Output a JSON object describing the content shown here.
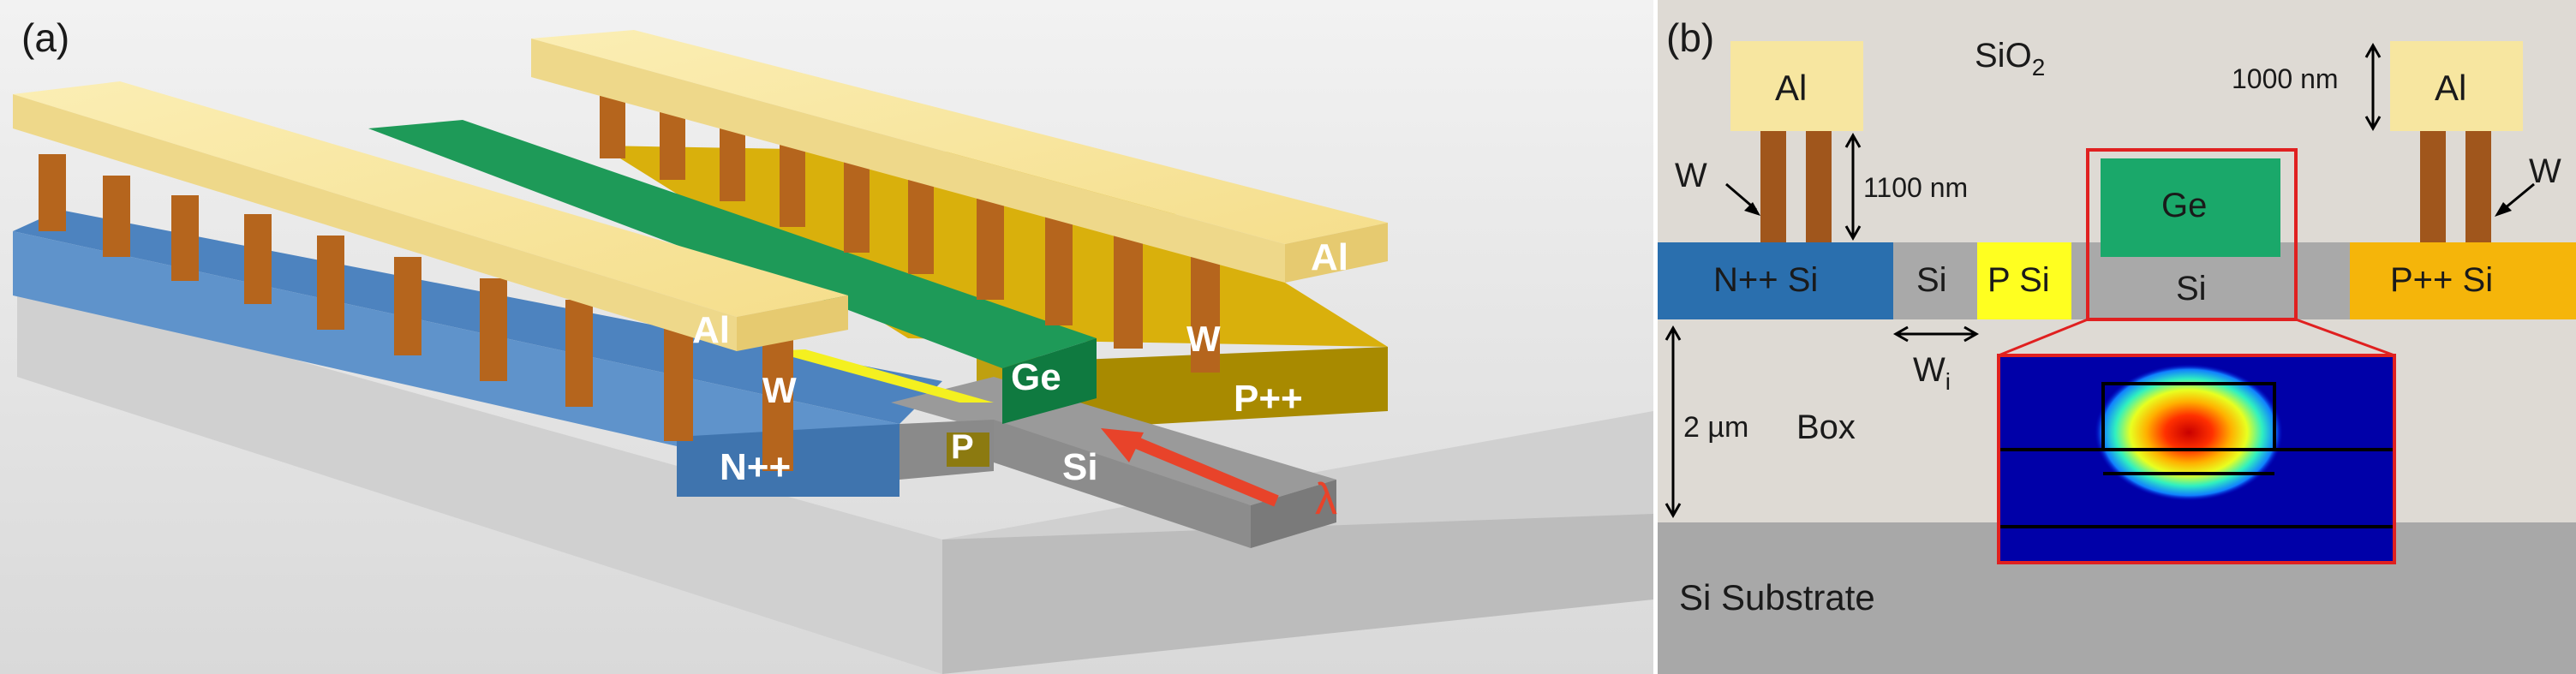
{
  "panel_a": {
    "panel_label": "(a)",
    "labels": {
      "al_left": "Al",
      "al_right": "Al",
      "w_left": "W",
      "w_right": "W",
      "ge": "Ge",
      "n_pp": "N++",
      "p": "P",
      "p_pp": "P++",
      "si": "Si",
      "lambda": "λ"
    }
  },
  "panel_b": {
    "panel_label": "(b)",
    "labels": {
      "sio2": "SiO",
      "sio2_sub": "2",
      "al_left": "Al",
      "al_right": "Al",
      "w_left": "W",
      "w_right": "W",
      "dim_1100": "1100 nm",
      "dim_1000": "1000 nm",
      "n_pp_si": "N++ Si",
      "si_intrinsic": "Si",
      "p_si": "P Si",
      "ge": "Ge",
      "si_core": "Si",
      "p_pp_si": "P++ Si",
      "wi": "W",
      "wi_sub": "i",
      "dim_2um": "2 µm",
      "box": "Box",
      "substrate": "Si Substrate"
    }
  },
  "colors": {
    "aluminum": "#f7e6a0",
    "tungsten": "#a0561c",
    "germanium": "#1aa86a",
    "n_plus_plus": "#2a6fae",
    "p_doped": "#ffff20",
    "p_plus_plus": "#f5b50a",
    "silicon": "#a9a9a9",
    "oxide": "#dedad4",
    "substrate": "#a8a8a8",
    "mode_box": "#e02020",
    "arrow": "#e8432a"
  }
}
